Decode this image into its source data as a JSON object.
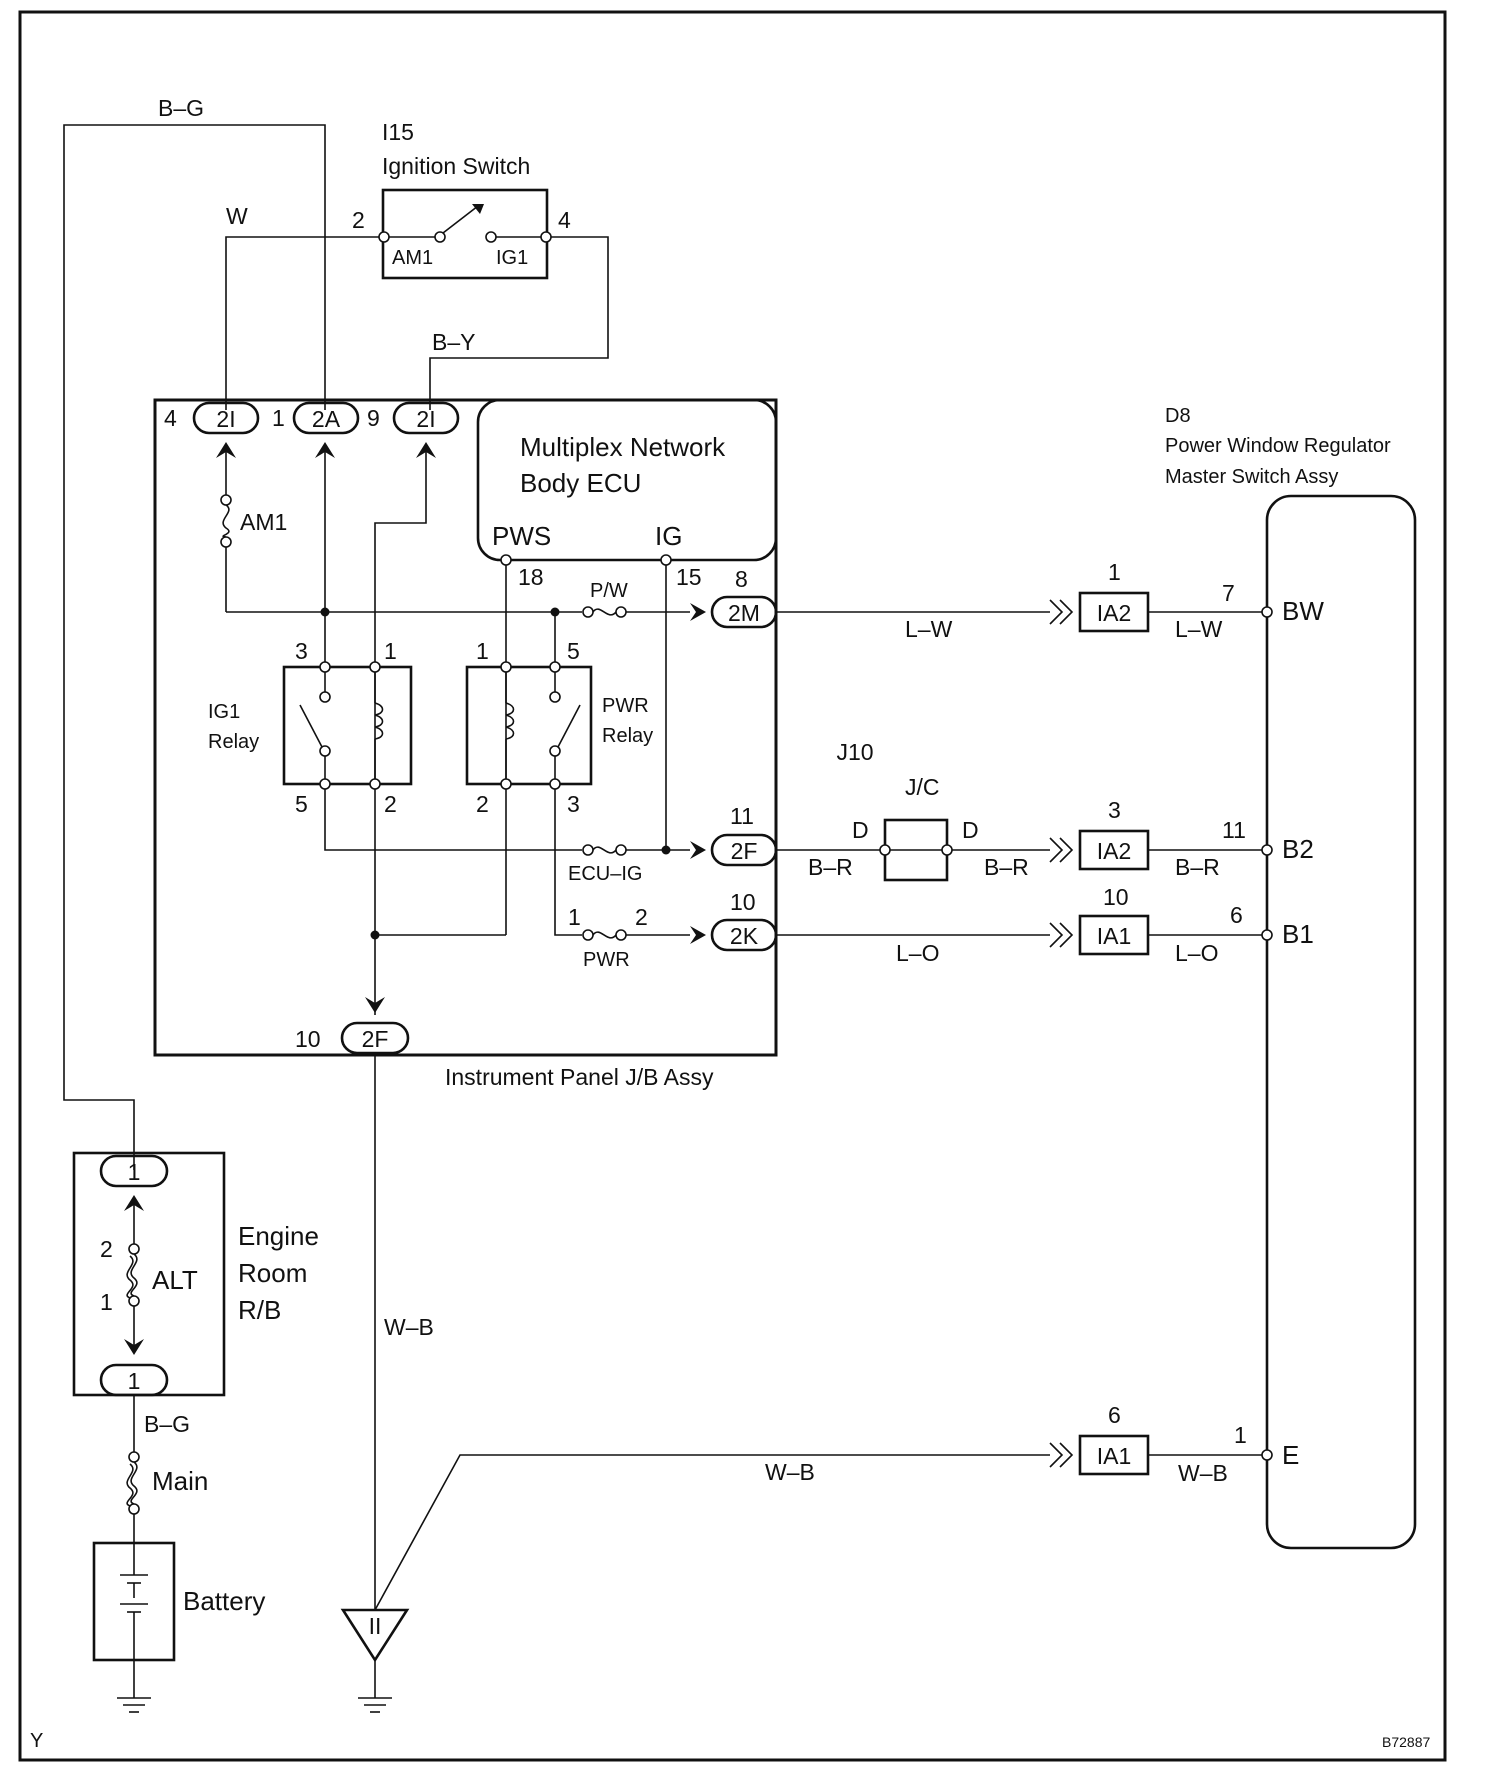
{
  "wires": {
    "bg_top": "B–G",
    "w_top": "W",
    "by": "B–Y",
    "lw_left": "L–W",
    "lw_right": "L–W",
    "br_1": "B–R",
    "br_2": "B–R",
    "br_3": "B–R",
    "lo_left": "L–O",
    "lo_right": "L–O",
    "wb_vert": "W–B",
    "wb_horiz": "W–B",
    "wb_right": "W–B",
    "bg_bottom": "B–G"
  },
  "ignition_switch": {
    "code": "I15",
    "name": "Ignition Switch",
    "pin_left": "2",
    "pin_right": "4",
    "term_am1": "AM1",
    "term_ig1": "IG1"
  },
  "jb": {
    "name": "Instrument Panel J/B Assy",
    "connectors": {
      "c1_pin": "4",
      "c1": "2I",
      "c2_pin": "1",
      "c2": "2A",
      "c3_pin": "9",
      "c3": "2I",
      "c2m_pin": "8",
      "c2m": "2M",
      "c2f_pin": "11",
      "c2f": "2F",
      "c2k_pin": "10",
      "c2k": "2K",
      "cbot_pin": "10",
      "cbot": "2F"
    },
    "fuse_am1": "AM1",
    "fuse_pw": "P/W",
    "fuse_ecuig": "ECU–IG",
    "fuse_pwr": "PWR",
    "fuse_pwr_pin1": "1",
    "fuse_pwr_pin2": "2",
    "ecu": {
      "line1": "Multiplex Network",
      "line2": "Body ECU",
      "pws": "PWS",
      "ig": "IG",
      "pws_pin": "18",
      "ig_pin": "15"
    },
    "ig1_relay": {
      "line1": "IG1",
      "line2": "Relay",
      "p3": "3",
      "p1": "1",
      "p5": "5",
      "p2": "2"
    },
    "pwr_relay": {
      "line1": "PWR",
      "line2": "Relay",
      "p1": "1",
      "p5": "5",
      "p2": "2",
      "p3": "3"
    }
  },
  "jc": {
    "code": "J10",
    "name": "J/C",
    "left": "D",
    "right": "D"
  },
  "inline": {
    "ia2_top": "IA2",
    "ia2_top_pin": "1",
    "ia2_mid": "IA2",
    "ia2_mid_pin": "3",
    "ia1_mid": "IA1",
    "ia1_mid_pin": "10",
    "ia1_bot": "IA1",
    "ia1_bot_pin": "6"
  },
  "master_switch": {
    "code": "D8",
    "line1": "Power Window Regulator",
    "line2": "Master Switch Assy",
    "bw": "BW",
    "bw_pin": "7",
    "b2": "B2",
    "b2_pin": "11",
    "b1": "B1",
    "b1_pin": "6",
    "e": "E",
    "e_pin": "1"
  },
  "engine_rb": {
    "line1": "Engine",
    "line2": "Room",
    "line3": "R/B",
    "top_conn": "1",
    "bot_conn": "1",
    "fuse": "ALT",
    "fuse_pin_top": "2",
    "fuse_pin_bot": "1"
  },
  "main_fuse": "Main",
  "battery": "Battery",
  "ground_mark": "II",
  "corner_left": "Y",
  "corner_right": "B72887"
}
